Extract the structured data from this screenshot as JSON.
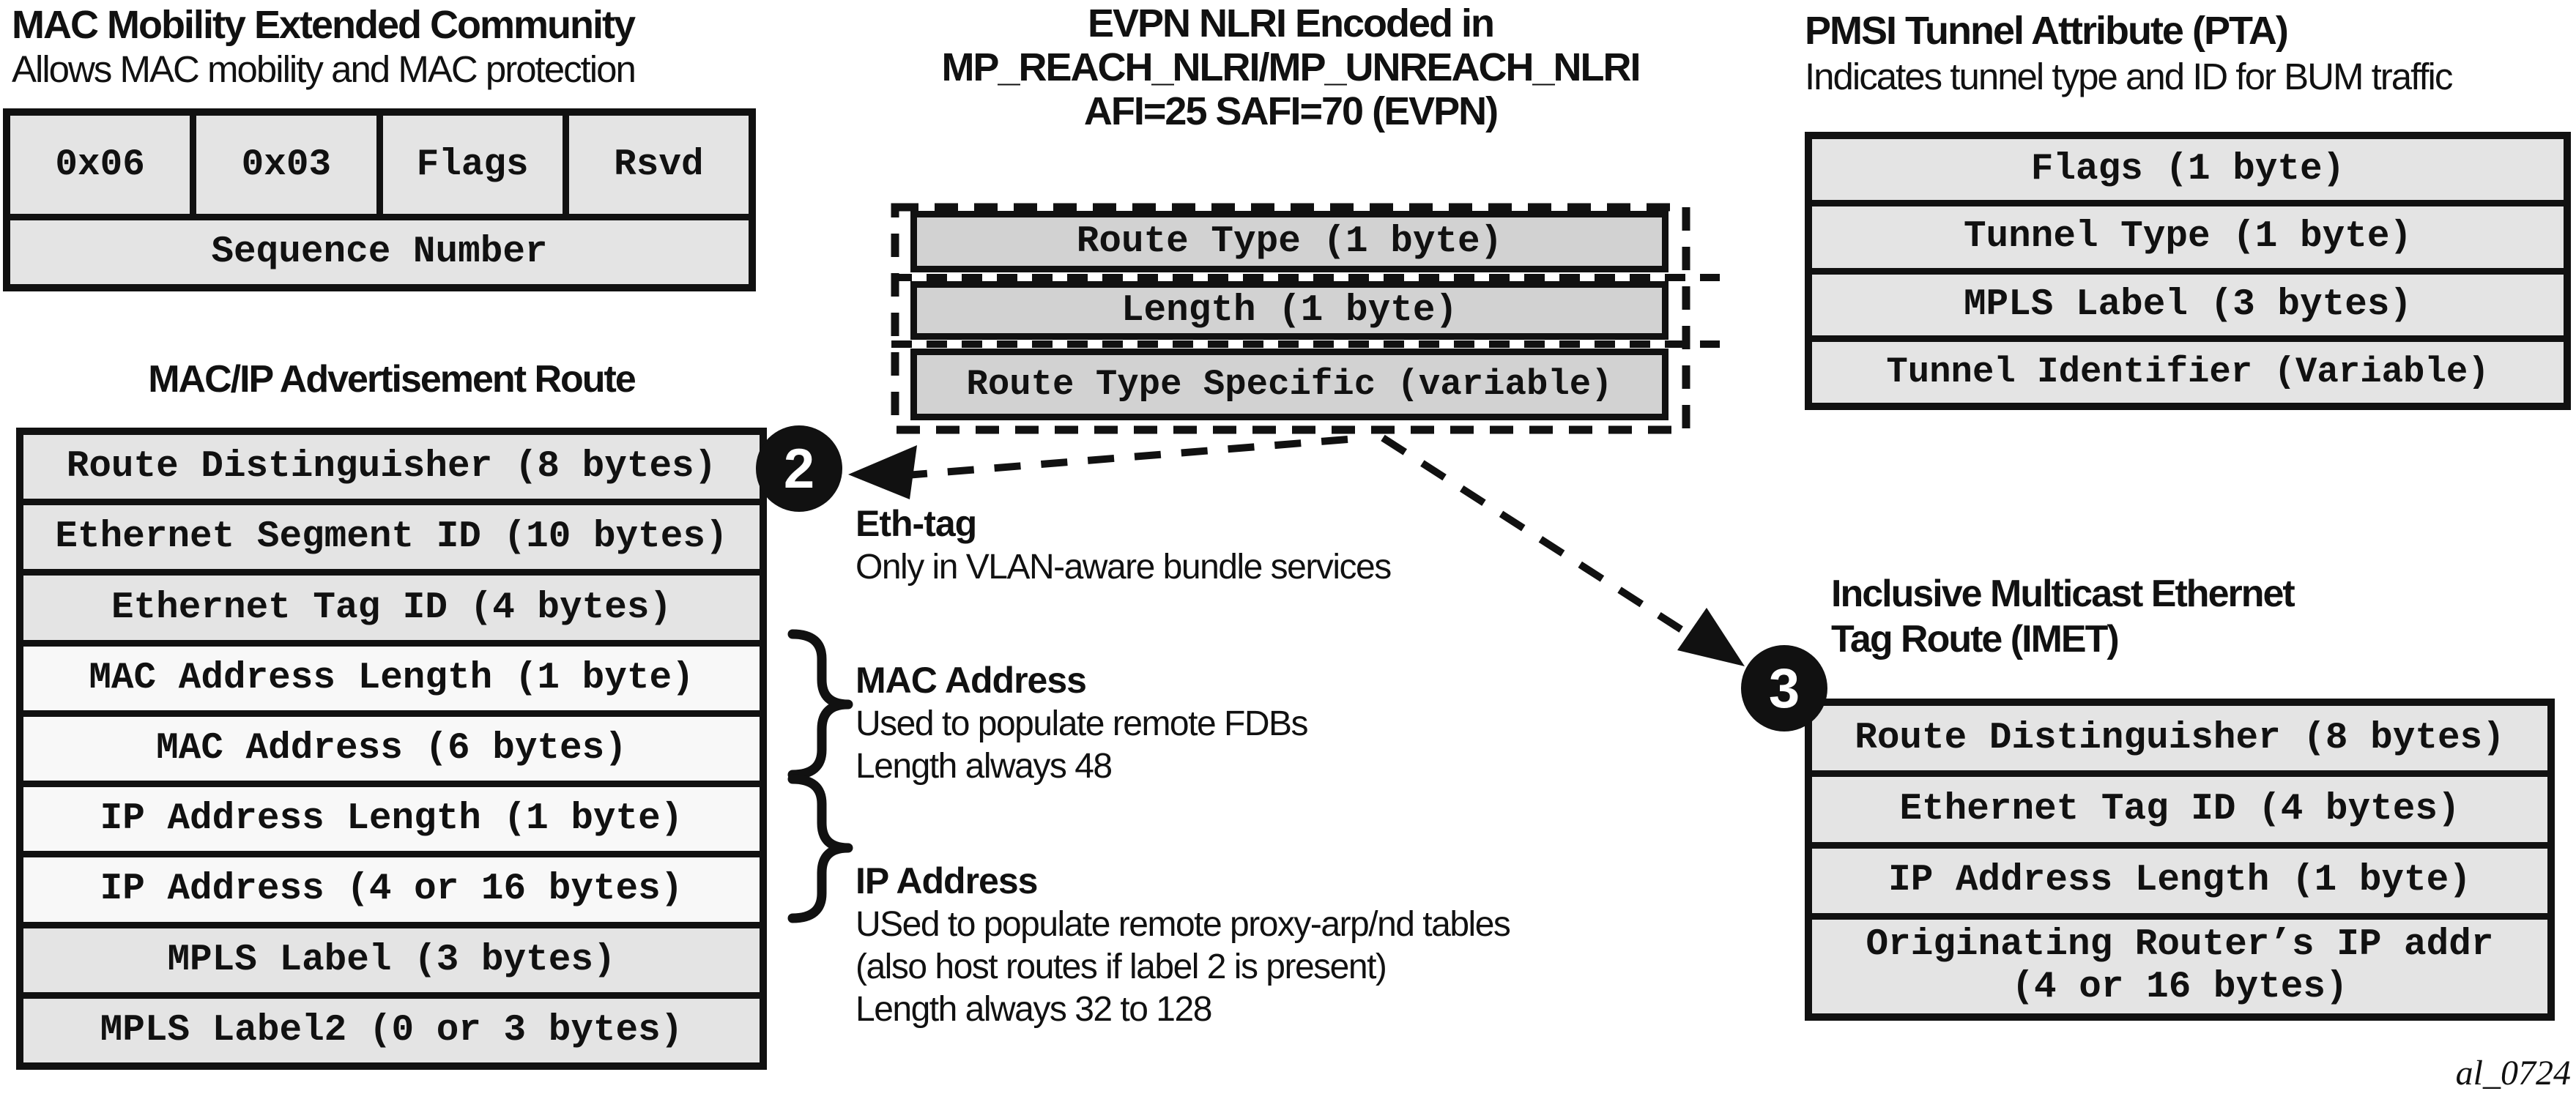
{
  "figure_label": "al_0724",
  "colors": {
    "ink": "#111111",
    "row_gray": "#e4e4e4",
    "row_light": "#f8f8f8",
    "nlri_gray": "#d2d2d2",
    "badge_bg": "#111111",
    "badge_text": "#ffffff",
    "canvas_bg": "#ffffff"
  },
  "mac_mobility": {
    "title": "MAC Mobility Extended Community",
    "subtitle": "Allows MAC mobility and MAC protection",
    "cells": [
      "0x06",
      "0x03",
      "Flags",
      "Rsvd"
    ],
    "sequence_label": "Sequence Number"
  },
  "evpn_nlri": {
    "title_lines": [
      "EVPN NLRI Encoded in",
      "MP_REACH_NLRI/MP_UNREACH_NLRI",
      "AFI=25 SAFI=70 (EVPN)"
    ],
    "rows": [
      "Route Type (1 byte)",
      "Length (1 byte)",
      "Route Type Specific (variable)"
    ]
  },
  "pmsi": {
    "title": "PMSI Tunnel Attribute (PTA)",
    "subtitle": "Indicates tunnel type and ID for BUM traffic",
    "rows": [
      "Flags (1 byte)",
      "Tunnel Type (1 byte)",
      "MPLS Label (3 bytes)",
      "Tunnel Identifier (Variable)"
    ]
  },
  "mac_ip_route": {
    "title": "MAC/IP Advertisement Route",
    "rows": [
      {
        "label": "Route Distinguisher (8 bytes)",
        "shade": "gray"
      },
      {
        "label": "Ethernet Segment ID (10 bytes)",
        "shade": "gray"
      },
      {
        "label": "Ethernet Tag ID (4 bytes)",
        "shade": "gray"
      },
      {
        "label": "MAC Address Length (1 byte)",
        "shade": "light"
      },
      {
        "label": "MAC Address (6 bytes)",
        "shade": "light"
      },
      {
        "label": "IP Address Length (1 byte)",
        "shade": "light"
      },
      {
        "label": "IP Address (4 or 16 bytes)",
        "shade": "light"
      },
      {
        "label": "MPLS Label (3 bytes)",
        "shade": "gray"
      },
      {
        "label": "MPLS Label2 (0 or 3 bytes)",
        "shade": "gray"
      }
    ]
  },
  "imet": {
    "title_lines": [
      "Inclusive Multicast Ethernet",
      "Tag Route (IMET)"
    ],
    "rows": [
      "Route Distinguisher (8 bytes)",
      "Ethernet Tag ID (4 bytes)",
      "IP Address Length (1 byte)"
    ],
    "last_row": {
      "line1": "Originating Router’s IP addr",
      "line2": "(4 or 16 bytes)"
    }
  },
  "badges": {
    "two": "2",
    "three": "3"
  },
  "annotations": {
    "eth_tag": {
      "heading": "Eth-tag",
      "lines": [
        "Only in VLAN-aware bundle services"
      ]
    },
    "mac_address": {
      "heading": "MAC Address",
      "lines": [
        "Used to populate remote FDBs",
        "Length always 48"
      ]
    },
    "ip_address": {
      "heading": "IP Address",
      "lines": [
        "USed to populate remote proxy-arp/nd tables",
        "(also host routes if label 2 is present)",
        "Length always 32 to 128"
      ]
    }
  }
}
